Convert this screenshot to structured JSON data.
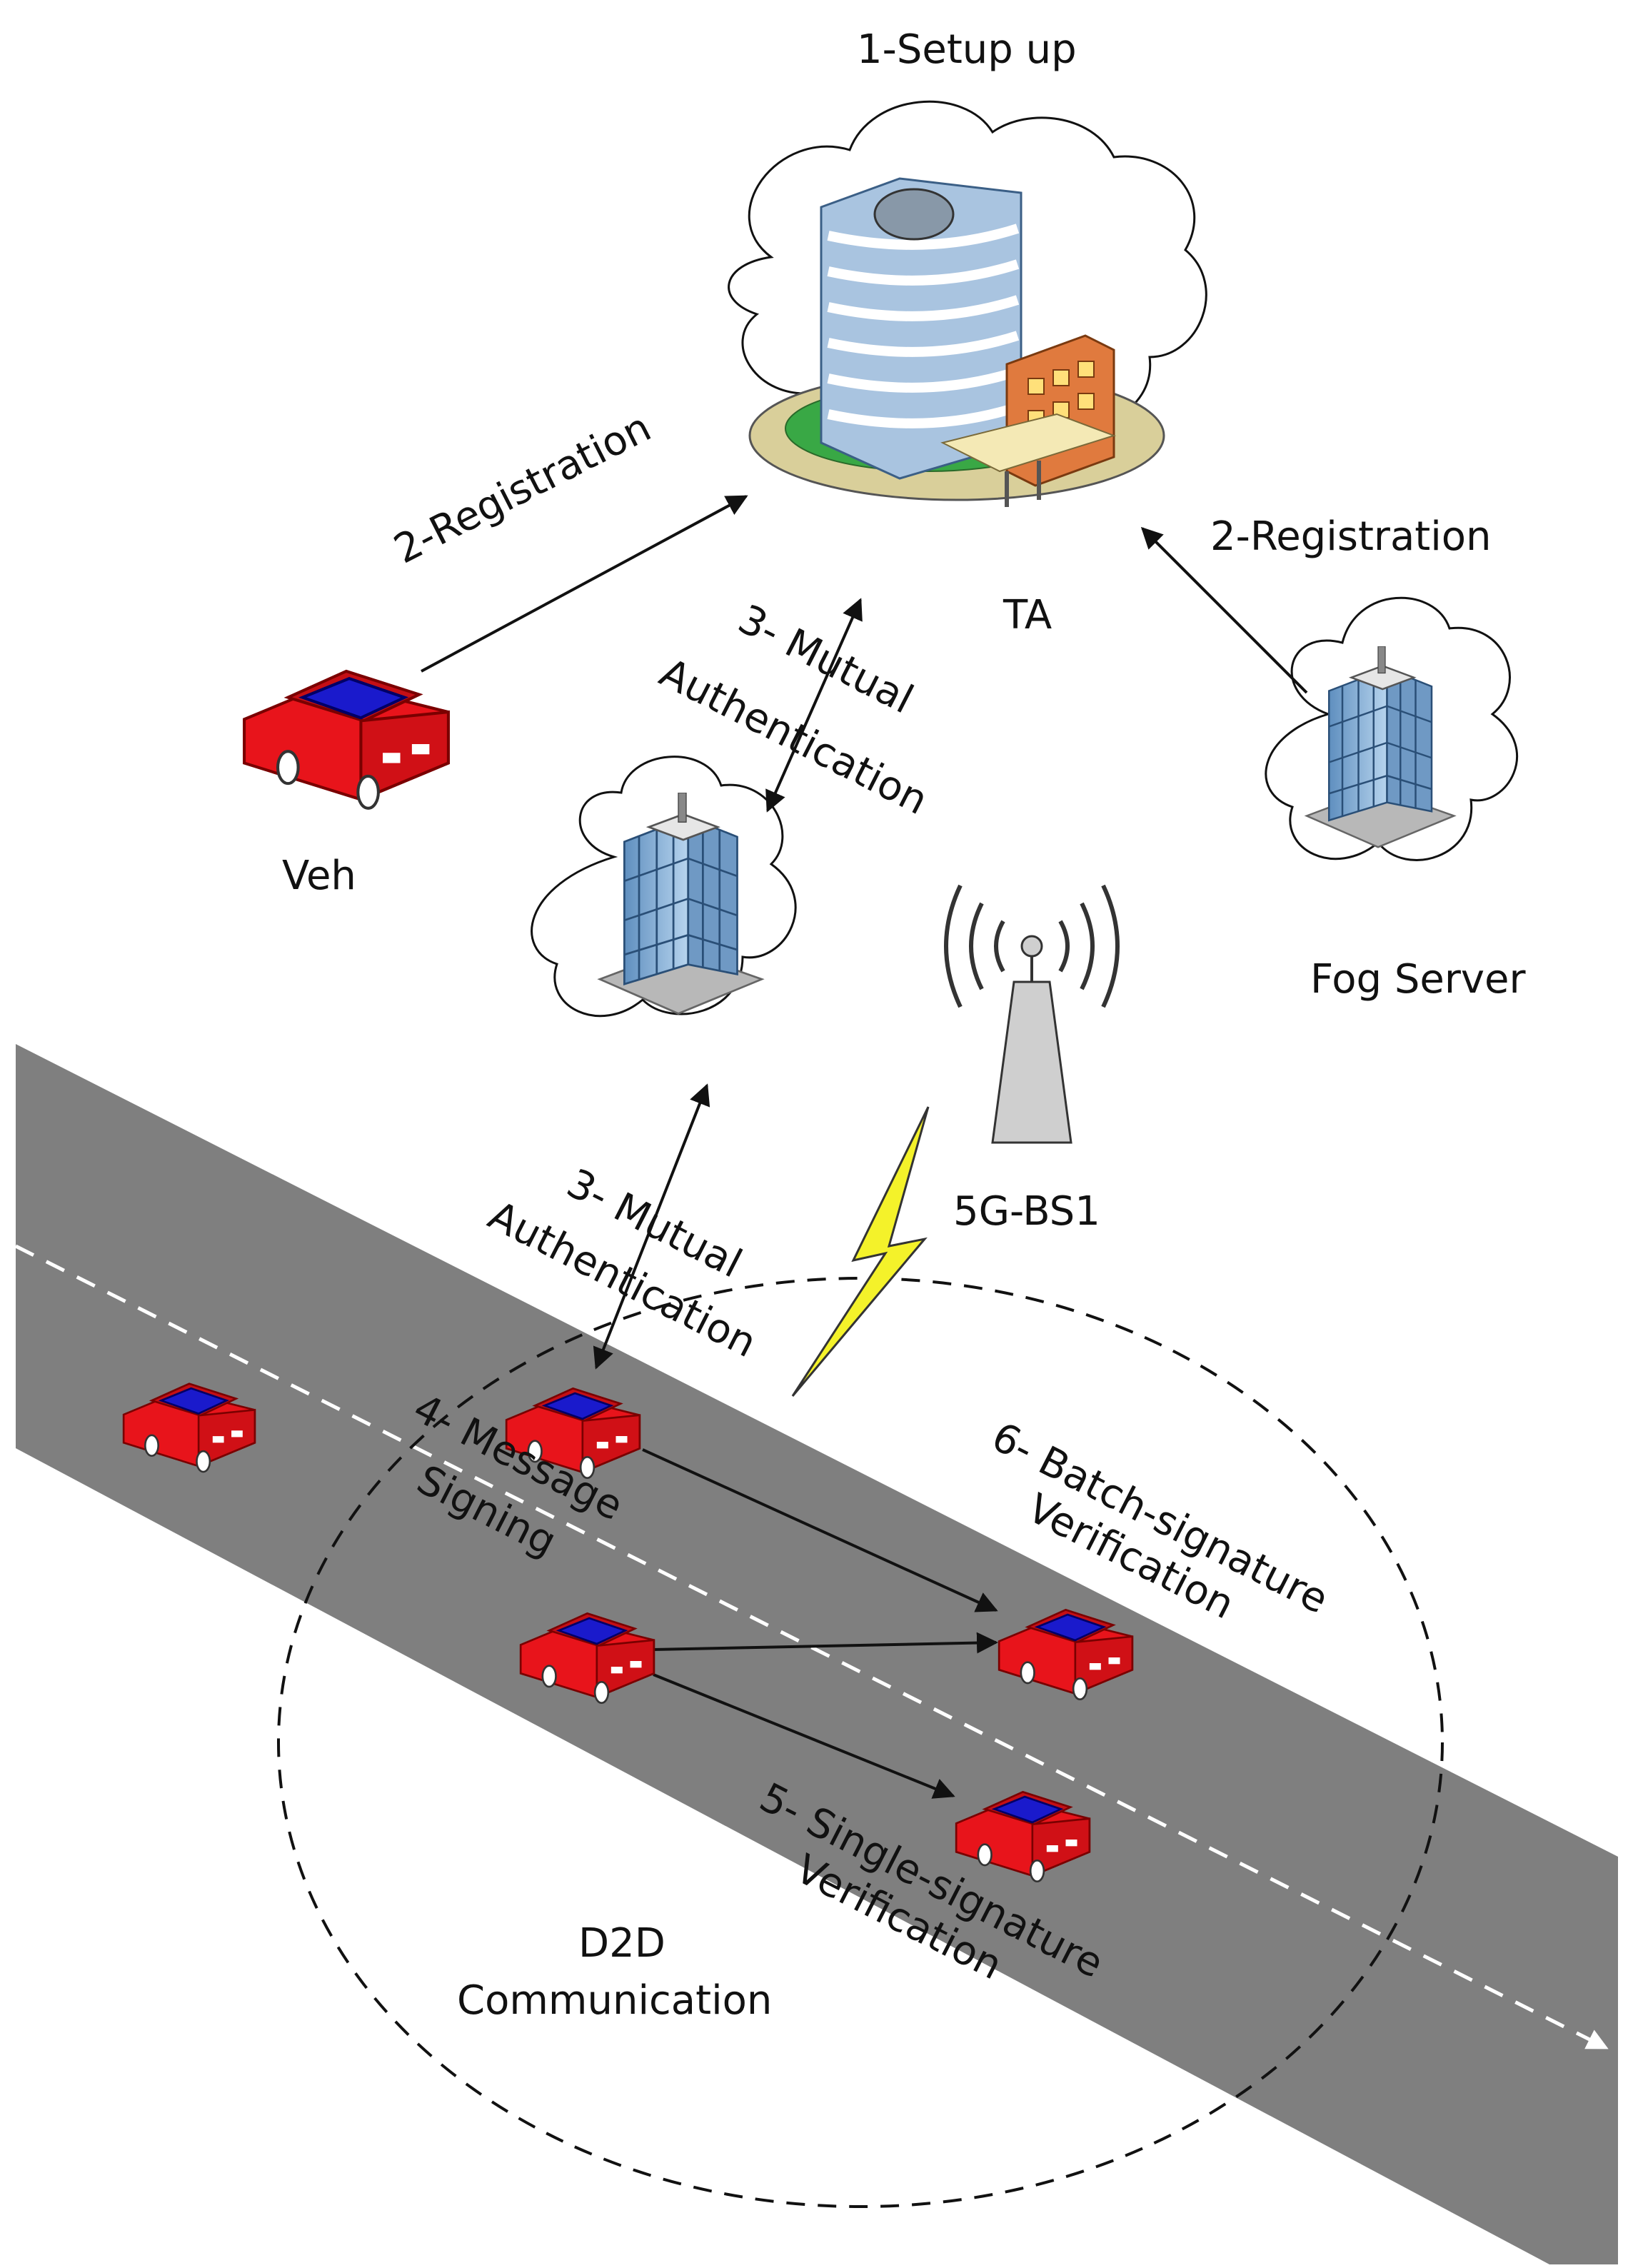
{
  "labels": {
    "setup": "1-Setup up",
    "ta": "TA",
    "registration_left": "2-Registration",
    "registration_right": "2-Registration",
    "veh": "Veh",
    "fog_server": "Fog Server",
    "mutual_auth_top_1": "3- Mutual",
    "mutual_auth_top_2": "Authentication",
    "mutual_auth_bottom_1": "3- Mutual",
    "mutual_auth_bottom_2": "Authentication",
    "base_station": "5G-BS1",
    "message_signing_1": "4- Message",
    "message_signing_2": "Signing",
    "batch_verification_1": "6- Batch-signature",
    "batch_verification_2": "Verification",
    "single_verification_1": "5- Single-signature",
    "single_verification_2": "Verification",
    "d2d_1": "D2D",
    "d2d_2": "Communication"
  },
  "colors": {
    "road": "#7f7f7f",
    "car_body": "#e8141b",
    "car_window": "#1a1acc",
    "building_glass": "#8fb8de",
    "lightning": "#f4f22a",
    "tower": "#cfcfcf"
  }
}
